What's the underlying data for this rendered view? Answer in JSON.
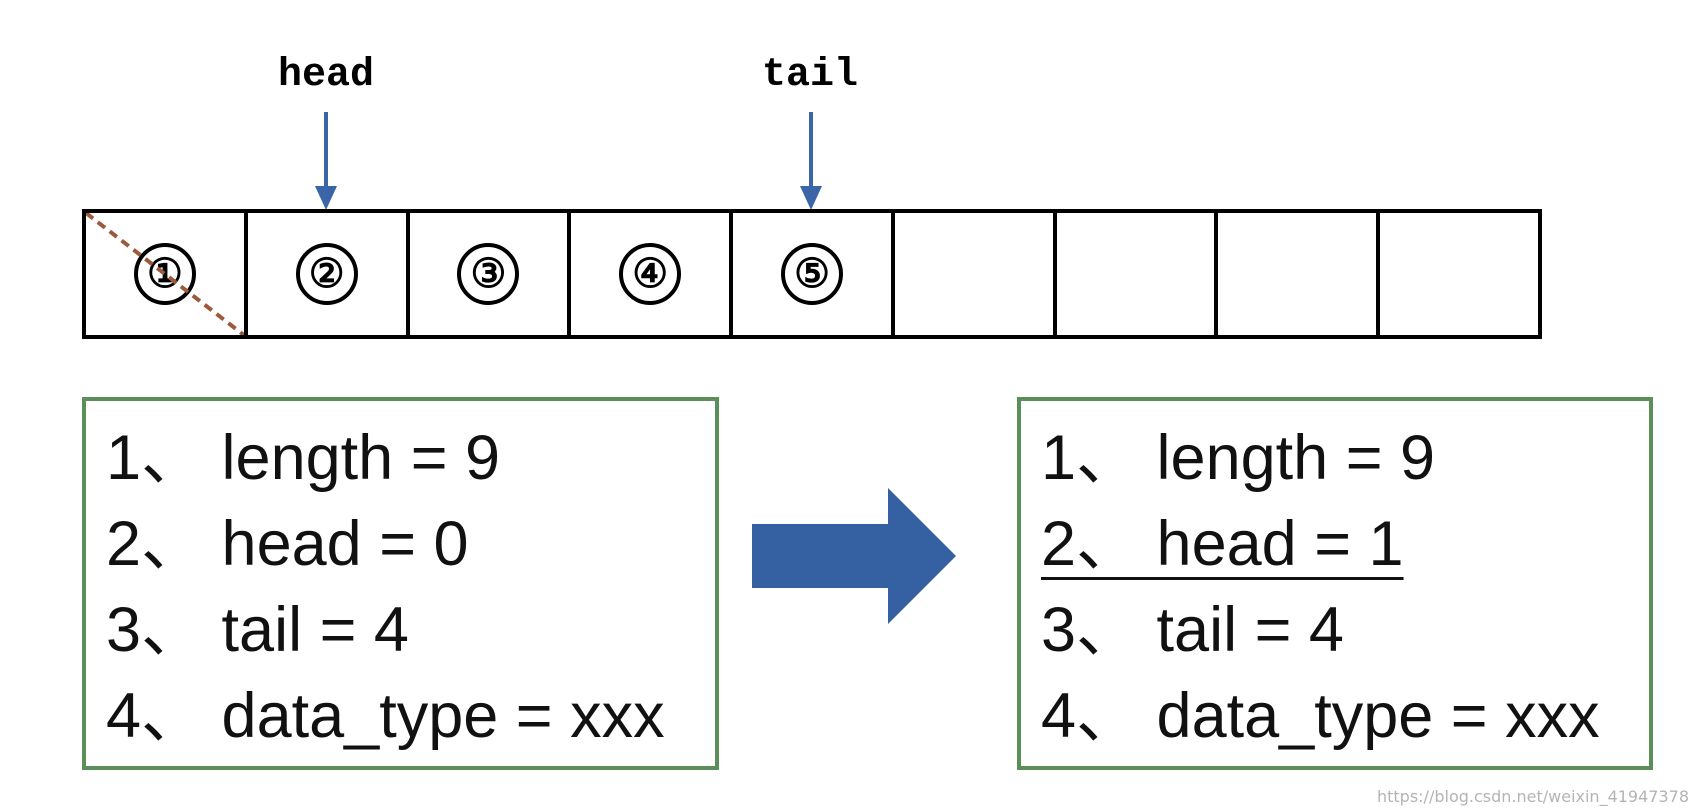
{
  "pointers": {
    "head": "head",
    "tail": "tail"
  },
  "queue": {
    "cells": [
      "①",
      "②",
      "③",
      "④",
      "⑤",
      "",
      "",
      "",
      ""
    ],
    "dequeued_cell_index": 0
  },
  "before_box": {
    "lines": [
      "1、 length = 9",
      "2、 head = 0",
      "3、 tail = 4",
      "4、 data_type = xxx"
    ]
  },
  "after_box": {
    "lines": [
      "1、 length = 9",
      "2、 head = 1",
      "3、 tail = 4",
      "4、 data_type = xxx"
    ],
    "highlighted_line_index": 1
  },
  "watermark": "https://blog.csdn.net/weixin_41947378",
  "colors": {
    "pointer_arrow": "#3a66a8",
    "strike_line": "#9c5a3c",
    "box_border": "#5b8f5a",
    "transition_arrow": "#3561a3"
  },
  "icons": {
    "pointer": "down-arrow-icon",
    "transition": "right-arrow-icon"
  }
}
